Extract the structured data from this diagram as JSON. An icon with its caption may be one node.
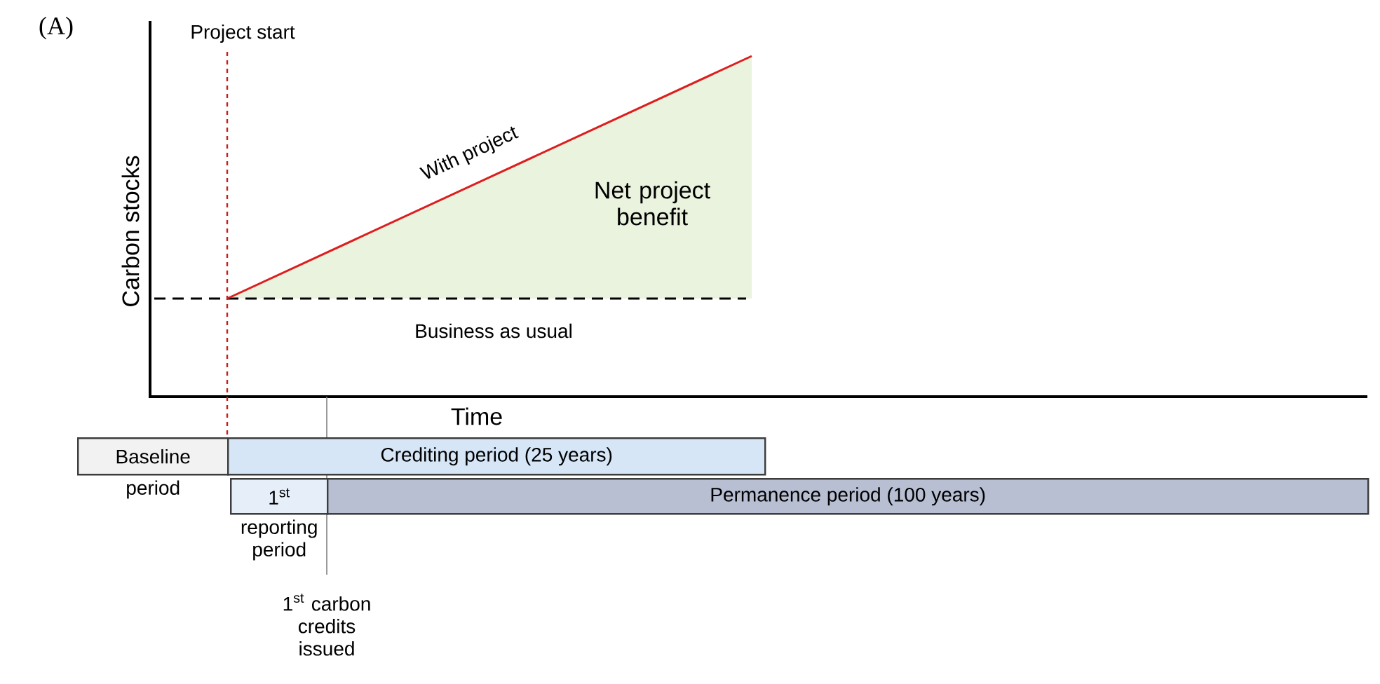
{
  "diagram": {
    "nodes": [
      {
        "text": [
          "Baseline",
          "period"
        ]
      },
      {
        "text": [
          "Crediting period (25 years)"
        ]
      },
      {
        "text": [
          "1$^{st}$",
          "reporting period"
        ]
      },
      {
        "text": [
          "Permanence period (100 years)"
        ]
      }
    ],
    "labels": [
      "(A)",
      "Project start",
      "Carbon stocks",
      "With project",
      "Net project benefit",
      "Business as usual",
      "Time",
      "\\begin{array}{c}\\text{1}^{\\text{st}}\\text{ carbon}\\\\\\text{credits}\\\\\\text{issued}\\end{array}"
    ]
  }
}
